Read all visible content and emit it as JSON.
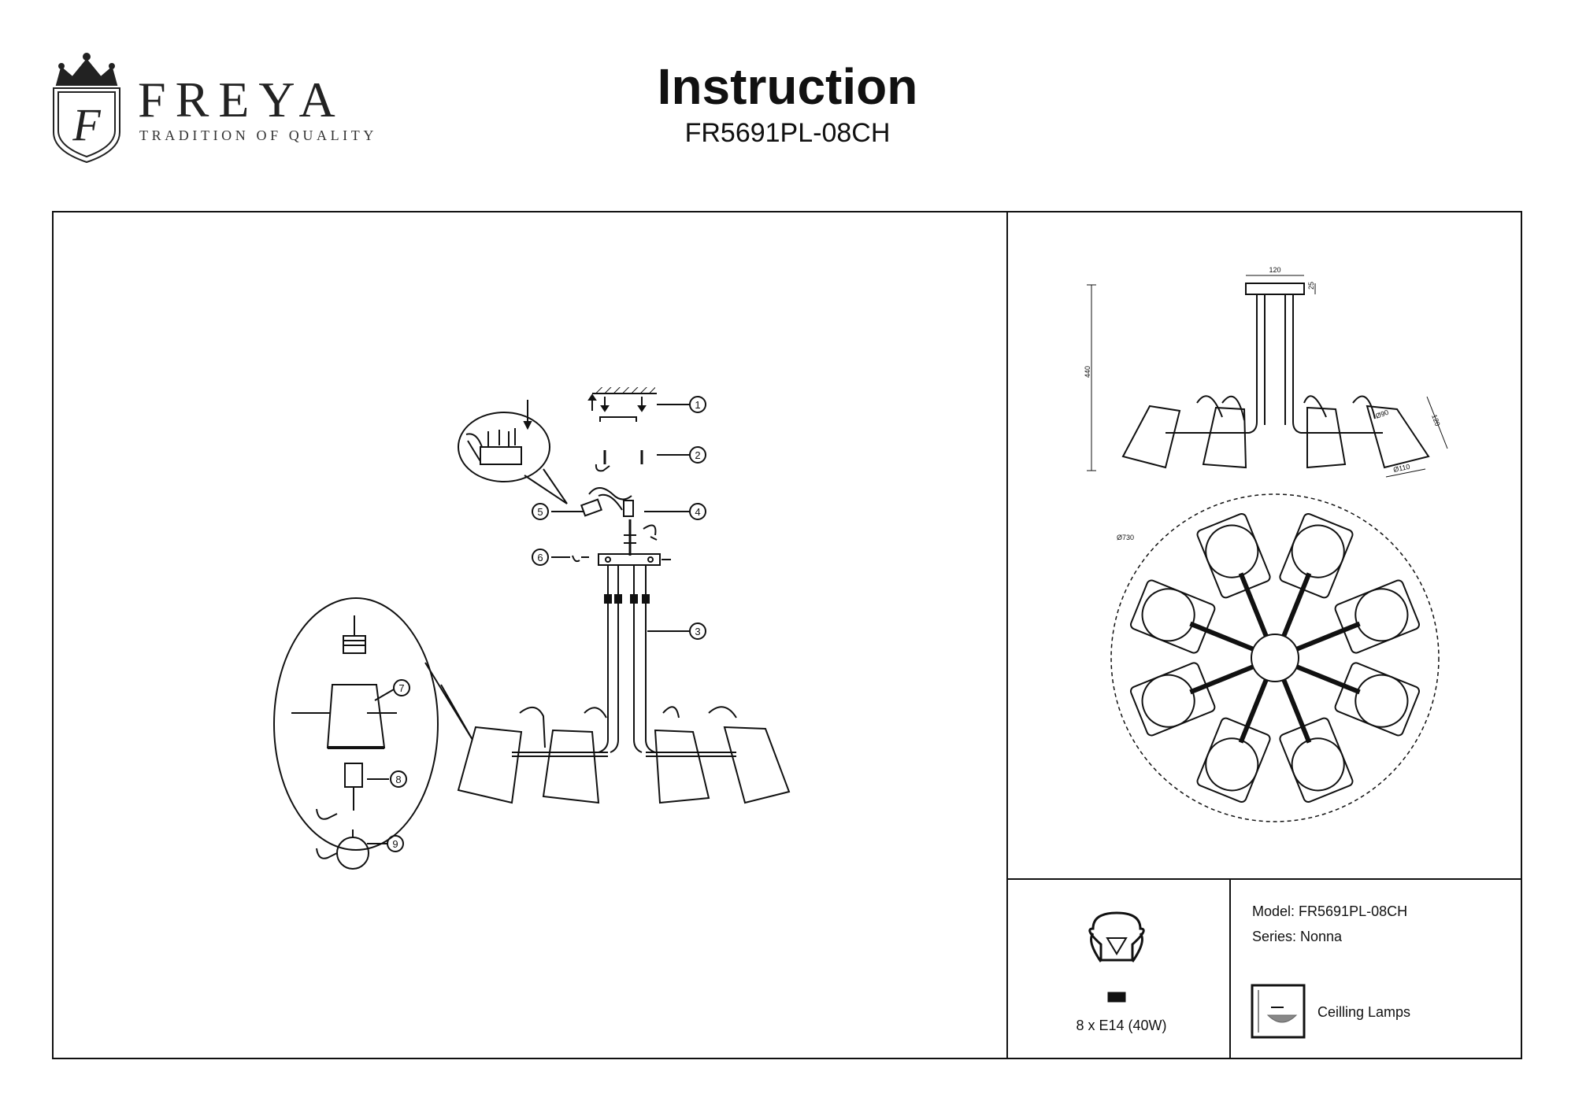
{
  "brand": {
    "name": "FREYA",
    "tagline": "TRADITION OF QUALITY",
    "logo_letter": "F"
  },
  "header": {
    "title": "Instruction",
    "model_code": "FR5691PL-08CH"
  },
  "assembly": {
    "steps": [
      "1",
      "2",
      "3",
      "4",
      "5",
      "6",
      "7",
      "8",
      "9"
    ]
  },
  "dimensions": {
    "canopy_width": "120",
    "canopy_height": "25",
    "total_height": "440",
    "shade_top": "Ø90",
    "shade_height": "120",
    "shade_bottom": "Ø110",
    "overall_diameter": "Ø730"
  },
  "info": {
    "bulb": "8 x E14 (40W)",
    "model": "Model: FR5691PL-08CH",
    "series": "Series: Nonna",
    "category": "Ceilling Lamps"
  }
}
